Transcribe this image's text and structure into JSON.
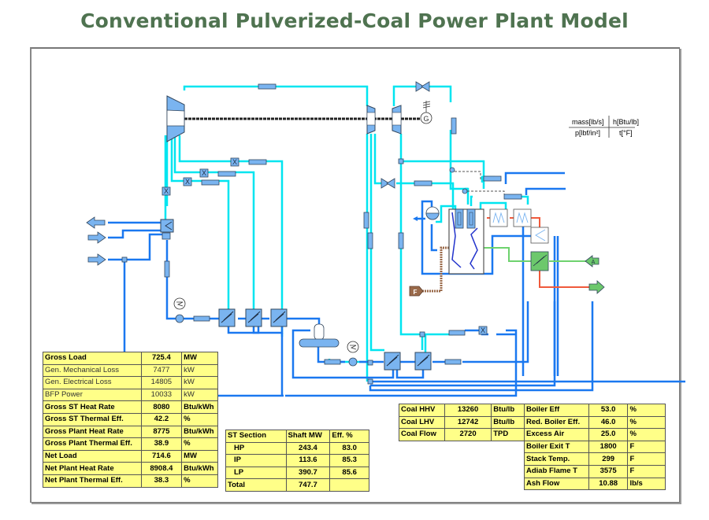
{
  "title": "Conventional Pulverized-Coal Power Plant Model",
  "legend": {
    "top_left": "mass[lb/s]",
    "top_right": "h[Btu/lb]",
    "bottom_left": "p[lbf/in²]",
    "bottom_right": "t[°F]"
  },
  "diagram": {
    "source_labels": {
      "fuel": "F",
      "air": "A"
    },
    "generator_label": "G",
    "colors": {
      "steam": "#00e5f0",
      "water": "#1a78f0",
      "flue_gas": "#f05a3c",
      "air": "#6ed26e",
      "fuel": "#9a6a4a",
      "component_fill": "#7ab4f0",
      "component_stroke": "#33475e",
      "air_heater": "#6cc86c",
      "table_fill": "#ffff88",
      "title": "#4f7350"
    }
  },
  "plant_summary": {
    "rows": [
      {
        "label": "Gross Load",
        "value": "725.4",
        "unit": "MW",
        "bold": true
      },
      {
        "label": "Gen. Mechanical Loss",
        "value": "7477",
        "unit": "kW",
        "bold": false
      },
      {
        "label": "Gen. Electrical Loss",
        "value": "14805",
        "unit": "kW",
        "bold": false
      },
      {
        "label": "BFP Power",
        "value": "10033",
        "unit": "kW",
        "bold": false
      },
      {
        "label": "Gross ST Heat Rate",
        "value": "8080",
        "unit": "Btu/kWh",
        "bold": true
      },
      {
        "label": "Gross ST Thermal Eff.",
        "value": "42.2",
        "unit": "%",
        "bold": true
      },
      {
        "label": "Gross Plant Heat Rate",
        "value": "8775",
        "unit": "Btu/kWh",
        "bold": true
      },
      {
        "label": "Gross Plant Thermal Eff.",
        "value": "38.9",
        "unit": "%",
        "bold": true
      },
      {
        "label": "Net Load",
        "value": "714.6",
        "unit": "MW",
        "bold": true
      },
      {
        "label": "Net Plant Heat Rate",
        "value": "8908.4",
        "unit": "Btu/kWh",
        "bold": true
      },
      {
        "label": "Net Plant Thermal Eff.",
        "value": "38.3",
        "unit": "%",
        "bold": true
      }
    ]
  },
  "st_section": {
    "headers": [
      "ST Section",
      "Shaft MW",
      "Eff. %"
    ],
    "rows": [
      {
        "section": "HP",
        "shaft_mw": "243.4",
        "eff": "83.0"
      },
      {
        "section": "IP",
        "shaft_mw": "113.6",
        "eff": "85.3"
      },
      {
        "section": "LP",
        "shaft_mw": "390.7",
        "eff": "85.6"
      }
    ],
    "total": {
      "section": "Total",
      "shaft_mw": "747.7",
      "eff": ""
    }
  },
  "coal": {
    "rows": [
      {
        "label": "Coal HHV",
        "value": "13260",
        "unit": "Btu/lb"
      },
      {
        "label": "Coal LHV",
        "value": "12742",
        "unit": "Btu/lb"
      },
      {
        "label": "Coal Flow",
        "value": "2720",
        "unit": "TPD"
      }
    ]
  },
  "boiler": {
    "rows": [
      {
        "label": "Boiler Eff",
        "value": "53.0",
        "unit": "%"
      },
      {
        "label": "Red. Boiler Eff.",
        "value": "46.0",
        "unit": "%"
      },
      {
        "label": "Excess Air",
        "value": "25.0",
        "unit": "%"
      },
      {
        "label": "Boiler Exit T",
        "value": "1800",
        "unit": "F"
      },
      {
        "label": "Stack Temp.",
        "value": "299",
        "unit": "F"
      },
      {
        "label": "Adiab Flame T",
        "value": "3575",
        "unit": "F"
      },
      {
        "label": "Ash Flow",
        "value": "10.88",
        "unit": "lb/s"
      }
    ]
  }
}
